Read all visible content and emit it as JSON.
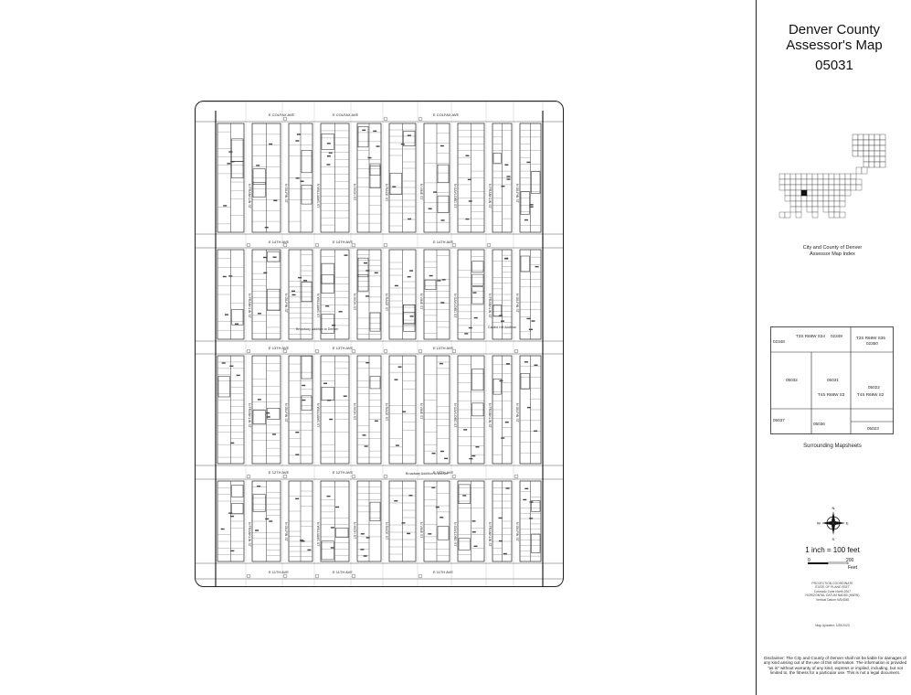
{
  "title": {
    "line1": "Denver County",
    "line2": "Assessor's Map",
    "sheet_id": "05031"
  },
  "index_map": {
    "caption_line1": "City and County of Denver",
    "caption_line2": "Assessor Map Index"
  },
  "surrounding": {
    "caption": "Surrounding Mapsheets",
    "cells": [
      "02348",
      "T3S R68W S34",
      "02349",
      "T3S R68W S35",
      "02350",
      "05032",
      "05031",
      "05022",
      "T4S R68W S3",
      "T4S R68W S2",
      "05037",
      "05036",
      "05023"
    ]
  },
  "north_arrow": {
    "n": "N",
    "s": "S",
    "e": "E",
    "w": "W"
  },
  "scale": {
    "text": "1 inch = 100 feet",
    "zero": "0",
    "max": "200",
    "unit": "Feet"
  },
  "projection": {
    "lines": [
      "PROJECTION COORDINATE",
      "STATE OF PLANE FEET",
      "Colorado Zone North 2007",
      "HORIZONTAL DATUM NAD83 (HARN)",
      "Vertical Datum NAVD88"
    ]
  },
  "updated": "Map Updated: 1/25/2023",
  "disclaimer": "Disclaimer: The City and County of Denver shall not be liable for damages of any kind arising out of the use of this information. The information is provided \"as is\" without warranty of any kind, express or implied, including, but not limited to, the fitness for a particular use. This is not a legal document.",
  "map": {
    "avenues": [
      "E COLFAX AVE",
      "E 14TH AVE",
      "E 13TH AVE",
      "E 12TH AVE",
      "E 11TH AVE"
    ],
    "streets": [
      "N FRANKLIN ST",
      "N GILPIN ST",
      "N WILLIAMS ST",
      "N HIGH ST",
      "N RACE ST",
      "N VINE ST",
      "N GAYLORD ST"
    ],
    "annotations": [
      "Broadway Addition to Denver",
      "Capitol Hill Addition"
    ]
  }
}
